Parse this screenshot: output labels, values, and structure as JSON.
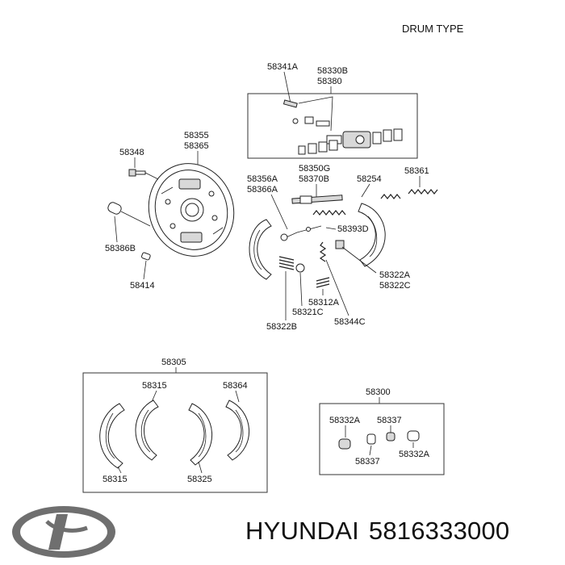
{
  "title": "DRUM TYPE",
  "labels": {
    "l58341A": "58341A",
    "l58330B": "58330B",
    "l58380": "58380",
    "l58355": "58355",
    "l58365": "58365",
    "l58348": "58348",
    "l58386B": "58386B",
    "l58414": "58414",
    "l58356A": "58356A",
    "l58366A": "58366A",
    "l58350G": "58350G",
    "l58370B": "58370B",
    "l58254": "58254",
    "l58361": "58361",
    "l58393D": "58393D",
    "l58322A": "58322A",
    "l58322C": "58322C",
    "l58312A": "58312A",
    "l58321C": "58321C",
    "l58344C": "58344C",
    "l58322B": "58322B",
    "l58305": "58305",
    "l58315a": "58315",
    "l58364": "58364",
    "l58315b": "58315",
    "l58325": "58325",
    "l58300": "58300",
    "l58332Aa": "58332A",
    "l58337a": "58337",
    "l58337b": "58337",
    "l58332Ab": "58332A"
  },
  "brand": {
    "name": "HYUNDAI",
    "part_number": "5816333000"
  },
  "logo": {
    "icon": "hyundai-logo-icon",
    "color": "#6f6f6f"
  }
}
